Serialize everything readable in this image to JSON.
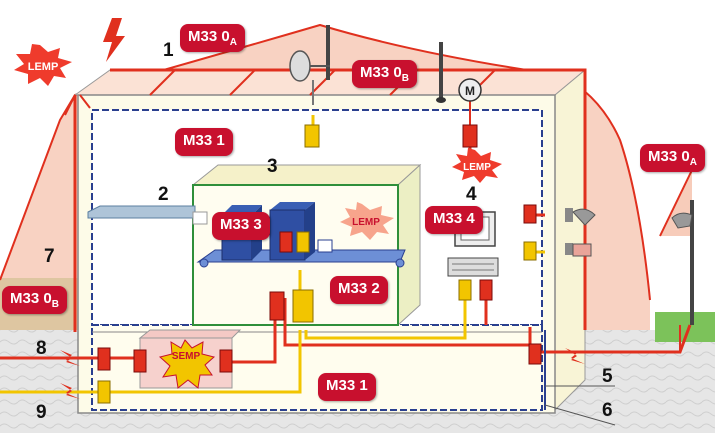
{
  "zones": [
    {
      "main": "M33 0",
      "sub": "A"
    },
    {
      "main": "M33 0",
      "sub": "B"
    },
    {
      "main": "M33 1",
      "sub": ""
    },
    {
      "main": "M33 3",
      "sub": ""
    },
    {
      "main": "M33 4",
      "sub": ""
    },
    {
      "main": "M33 2",
      "sub": ""
    },
    {
      "main": "M33 1",
      "sub": ""
    },
    {
      "main": "M33 0",
      "sub": "A"
    },
    {
      "main": "M33 0",
      "sub": "B"
    }
  ],
  "callouts": [
    "1",
    "2",
    "3",
    "4",
    "5",
    "6",
    "7",
    "8",
    "9"
  ],
  "bursts": {
    "lemp": "LEMP",
    "semp": "SEMP"
  },
  "motor_label": "M",
  "colors": {
    "zone_red": "#c8102e",
    "power_red": "#e0301e",
    "signal_yellow": "#f2c500",
    "lpz_fill": "#f6c7b3",
    "ground": "#e3e3e3",
    "grass": "#7cc25a"
  }
}
